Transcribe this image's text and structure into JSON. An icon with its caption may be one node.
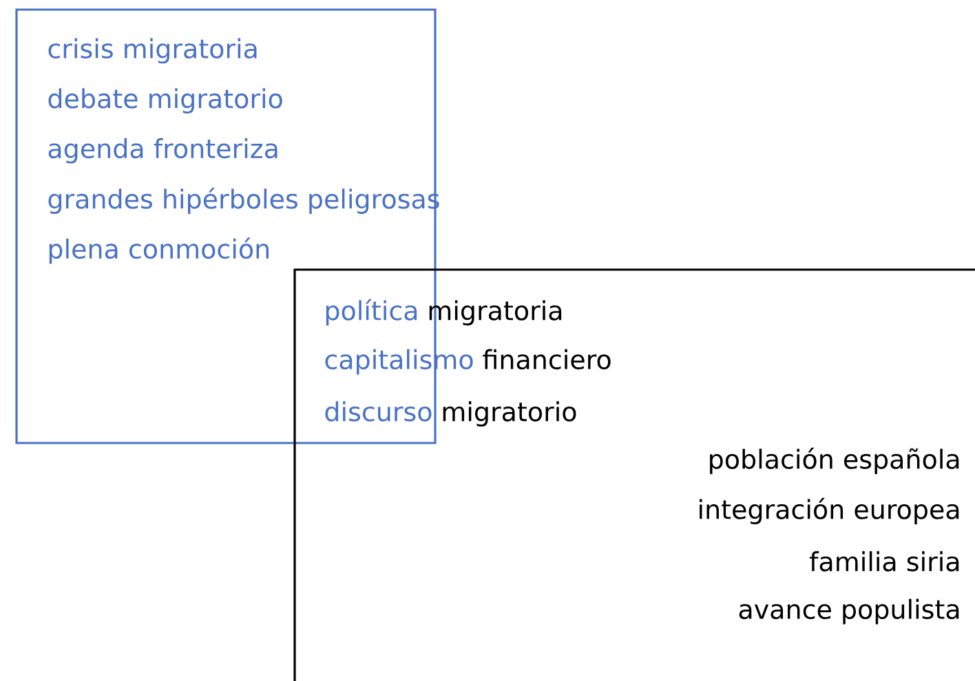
{
  "diagram": {
    "nodes": [
      {
        "text": [
          "crisis migratoria",
          "debate migratorio",
          "agenda fronteriza",
          "grandes hipérboles peligrosas",
          "plena conmoción"
        ]
      },
      {
        "text": [
          "población española",
          "integración europea",
          "familia siria",
          "avance populista"
        ]
      }
    ],
    "labels": [
      "política",
      "migratoria",
      "capitalismo",
      "financiero",
      "discurso",
      "migratorio"
    ]
  }
}
